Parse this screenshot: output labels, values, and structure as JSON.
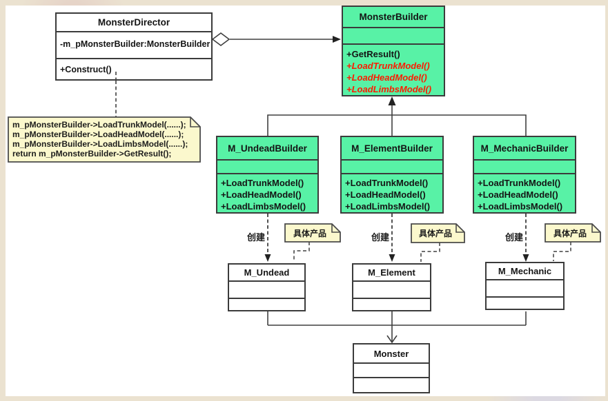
{
  "colors": {
    "class_green": "#58f2a6",
    "note_yellow": "#fbf8cd",
    "abstract_red": "#ff1a00",
    "line": "#3f3f3f",
    "frame": "#ebe2d0"
  },
  "labels": {
    "create": "创建"
  },
  "classes": {
    "director": {
      "name": "MonsterDirector",
      "attribute": "-m_pMonsterBuilder:MonsterBuilder",
      "method": "+Construct()"
    },
    "builder": {
      "name": "MonsterBuilder",
      "method_concrete": "+GetResult()",
      "methods_abstract": [
        "+LoadTrunkModel()",
        "+LoadHeadModel()",
        "+LoadLimbsModel()"
      ]
    },
    "undead_builder": {
      "name": "M_UndeadBuilder",
      "methods": [
        "+LoadTrunkModel()",
        "+LoadHeadModel()",
        "+LoadLimbsModel()"
      ]
    },
    "element_builder": {
      "name": "M_ElementBuilder",
      "methods": [
        "+LoadTrunkModel()",
        "+LoadHeadModel()",
        "+LoadLimbsModel()"
      ]
    },
    "mechanic_builder": {
      "name": "M_MechanicBuilder",
      "methods": [
        "+LoadTrunkModel()",
        "+LoadHeadModel()",
        "+LoadLimbsModel()"
      ]
    },
    "undead": {
      "name": "M_Undead"
    },
    "element": {
      "name": "M_Element"
    },
    "mechanic": {
      "name": "M_Mechanic"
    },
    "monster": {
      "name": "Monster"
    }
  },
  "notes": {
    "construct_body": [
      "m_pMonsterBuilder->LoadTrunkModel(......);",
      "m_pMonsterBuilder->LoadHeadModel(......);",
      "m_pMonsterBuilder->LoadLimbsModel(......);",
      "return m_pMonsterBuilder->GetResult();"
    ],
    "product_note": "具体产品"
  }
}
